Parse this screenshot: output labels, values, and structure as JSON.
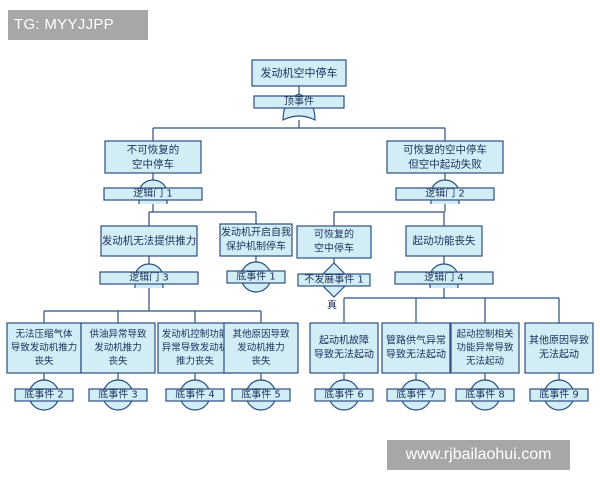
{
  "watermarks": {
    "top_left": "TG: MYYJJPP",
    "bottom_right": "www.rjbailaohui.com"
  },
  "colors": {
    "box_fill": "#d2edf6",
    "box_stroke": "#2b4f80",
    "line": "#2b4f80",
    "text": "#1c2f5a"
  },
  "diagram": {
    "top": {
      "event": [
        "发动机空中停车"
      ],
      "label": "顶事件"
    },
    "level1": {
      "left": {
        "event": [
          "不可恢复的",
          "空中停车"
        ],
        "gate": "逻辑门 1"
      },
      "right": {
        "event": [
          "可恢复的空中停车",
          "但空中起动失败"
        ],
        "gate": "逻辑门 2"
      }
    },
    "level2": {
      "a": {
        "event": [
          "发动机无法提供推力"
        ],
        "gate": "逻辑门 3"
      },
      "b": {
        "event": [
          "发动机开启自我",
          "保护机制停车"
        ],
        "basic": "底事件 1"
      },
      "c": {
        "event": [
          "可恢复的",
          "空中停车"
        ],
        "diamond": "不发展事件 1",
        "note": "真"
      },
      "d": {
        "event": [
          "起动功能丧失"
        ],
        "gate": "逻辑门 4"
      }
    },
    "level3": [
      {
        "event": [
          "无法压缩气体",
          "导致发动机推力",
          "丧失"
        ],
        "basic": "底事件 2"
      },
      {
        "event": [
          "供油异常导致",
          "发动机推力",
          "丧失"
        ],
        "basic": "底事件 3"
      },
      {
        "event": [
          "发动机控制功能",
          "异常导致发动机",
          "推力丧失"
        ],
        "basic": "底事件 4"
      },
      {
        "event": [
          "其他原因导致",
          "发动机推力",
          "丧失"
        ],
        "basic": "底事件 5"
      },
      {
        "event": [
          "起动机故障",
          "导致无法起动"
        ],
        "basic": "底事件 6"
      },
      {
        "event": [
          "管路供气异常",
          "导致无法起动"
        ],
        "basic": "底事件 7"
      },
      {
        "event": [
          "起动控制相关",
          "功能异常导致",
          "无法起动"
        ],
        "basic": "底事件 8"
      },
      {
        "event": [
          "其他原因导致",
          "无法起动"
        ],
        "basic": "底事件 9"
      }
    ]
  }
}
